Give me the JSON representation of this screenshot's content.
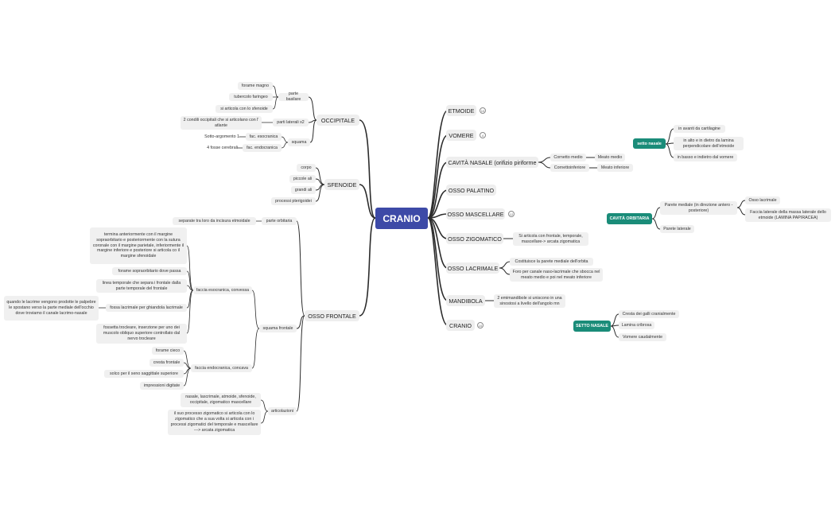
{
  "root": "CRANIO",
  "right": {
    "etmoide": {
      "label": "ETMOIDE",
      "count": "10"
    },
    "vomere": {
      "label": "VOMERE",
      "count": "4"
    },
    "cavita": {
      "label": "CAVITÀ NASALE (orifizio piriforme",
      "c1": "Cornetto medio",
      "c1_val": "Meato medio",
      "c2": "Cornettoinferiore",
      "c2_val": "Meato inferiore"
    },
    "palatino": {
      "label": "OSSO PALATINO"
    },
    "mascellare": {
      "label": "OSSO MASCELLARE",
      "count": "12"
    },
    "zigomatico": {
      "label": "OSSO ZIGOMATICO",
      "note": "Si articola con frontale, temporale, mascellare-> arcata zigomatica"
    },
    "lacrimale": {
      "label": "OSSO LACRIMALE",
      "n1": "Costituisce la parete mediale dell'orbita",
      "n2": "Foro per canale naso-lacrimale che sbocca nel meato medio e poi nel meato inferiore"
    },
    "mandibola": {
      "label": "MANDIBOLA",
      "note": "2 emimandibole si uniscono in una sinostosi a livello dell'angolo mn"
    },
    "cranio": {
      "label": "CRANIO",
      "count": "10"
    }
  },
  "floats": {
    "setto_nasale_small": {
      "label": "setto nasale",
      "items": [
        "in avanti da cartilagine",
        "in alto e in dietro da lamina perpendicolare dell'etmoide",
        "in basso e indietro dal vomere"
      ]
    },
    "cavita_orbitaria": {
      "label": "CAVITÀ ORBITARIA",
      "mediale": "Parete mediale (in direzione antero - posteriore)",
      "mediale_items": [
        "Osso lacrimale",
        "Faccia laterale della massa laterale dello etmoide (LAMINA PAPIRACEA)"
      ],
      "laterale": "Parete laterale"
    },
    "setto_nasale_big": {
      "label": "SETTO NASALE",
      "items": [
        "Cresta dei galli cranialmente",
        "Lamina cribrosa",
        "Vomere caudalmente"
      ]
    }
  },
  "occipitale": {
    "label": "OCCIPITALE",
    "parte_basilare": "parte basilare",
    "basilare_items": [
      "forame magno",
      "tubercolo faringeo",
      "si articola con lo sfenoide"
    ],
    "parti_laterali": "parti laterali x2",
    "laterali_note": "2 condili occipitali che si articolano con l' atlante",
    "squama": "squama",
    "esocranica": "fac. esocranica",
    "esocranica_note": "Sotto-argomento 1",
    "endocranica": "fac. endocranica",
    "endocranica_note": "4 fosse cerebrali"
  },
  "sfenoide": {
    "label": "SFENOIDE",
    "items": [
      "corpo",
      "piccole ali",
      "grandi ali",
      "processi pterigoidei"
    ]
  },
  "frontale": {
    "label": "OSSO FRONTALE",
    "parte_orbitaria": "parte orbitaria",
    "orbitaria_note": "separate tra loro da incisura etmoidale",
    "squama_frontale": "squama frontale",
    "esocranica": "faccia esocranica, convessa",
    "eso_items": [
      "termina anteriormente con il margine sopraorbitario e posteriormente con la sutura coronale con il margine parietale, inferiormente il margine inferiore e posteriore si articola co il margine sfenoidale",
      "forame sopraorbitario dove passa",
      "linea temporale che separa i frontale dalla parte temporale del frontale",
      "fossa lacrimale per ghiandola lacrimale",
      "fossetta trocleare, inserzione per uno dei muscolo obliquo superiore controllato dal nervo trocleare"
    ],
    "fossa_note": "quando le lacrime vengono prodotte le palpebre le spostano verso la parte mediale dell'occhio dove troviamo il canale lacrimo-nasale",
    "endocranica": "faccia endocranica, concava",
    "endo_items": [
      "forame cieco",
      "cresta frontale",
      "solco per il seno saggittale superiore",
      "impressioni digitate"
    ],
    "articolazioni": "articolazioni",
    "artic_items": [
      "nasale, lascrimale, atmoide, sfenoide, occipitale, zigomatico mascellare",
      "il suo processo zigomatico si articola con lo zigomatico che a sua volta si articola con i processi zigomatici del temporale e mascellare ---> arcata zigomatica"
    ]
  }
}
